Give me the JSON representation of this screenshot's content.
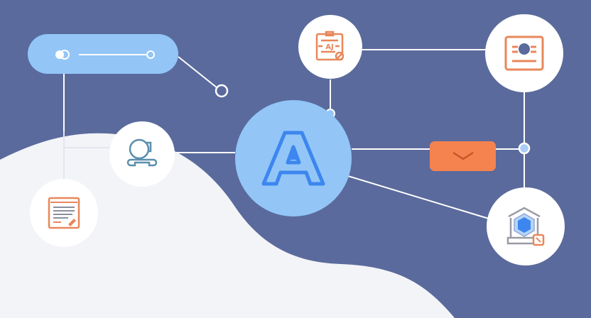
{
  "diagram": {
    "title": "",
    "colors": {
      "background": "#5a6a9c",
      "wave": "#f3f4f8",
      "hub": "#93c5f7",
      "hub_glyph": "#3d86ef",
      "accent_orange": "#f5834f",
      "icon_orange": "#e8875a",
      "icon_teal": "#5b8fae",
      "connector": "#ffffff"
    },
    "hub": {
      "label": "A",
      "icon": "letter-a-logo-icon"
    },
    "nodes": [
      {
        "id": "toggle-pill",
        "icon": "slider-toggle-icon"
      },
      {
        "id": "clipboard-node",
        "icon": "clipboard-document-icon",
        "label": "AJ"
      },
      {
        "id": "profile-card-node",
        "icon": "id-card-icon"
      },
      {
        "id": "astronaut-node",
        "icon": "astronaut-helmet-icon"
      },
      {
        "id": "document-node",
        "icon": "text-document-icon"
      },
      {
        "id": "dropdown-button",
        "icon": "chevron-down-icon"
      },
      {
        "id": "secure-building-node",
        "icon": "bank-shield-icon"
      }
    ]
  }
}
